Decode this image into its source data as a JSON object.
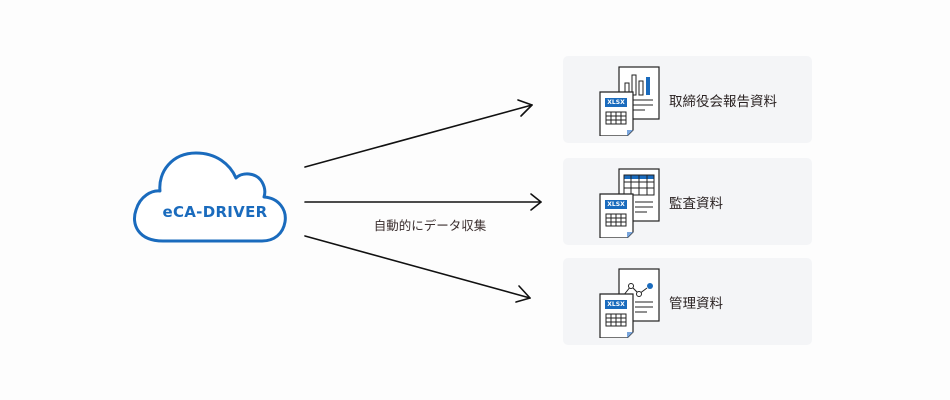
{
  "source": {
    "name": "eCA-DRIVER",
    "icon": "cloud-icon"
  },
  "flow": {
    "label": "自動的にデータ収集"
  },
  "outputs": [
    {
      "label": "取締役会報告資料",
      "icon": "bar-chart-document-icon",
      "badge": "XLSX"
    },
    {
      "label": "監査資料",
      "icon": "table-document-icon",
      "badge": "XLSX"
    },
    {
      "label": "管理資料",
      "icon": "line-chart-document-icon",
      "badge": "XLSX"
    }
  ],
  "colors": {
    "accent": "#1a6bbd",
    "card": "#f4f5f7",
    "text": "#2a2222"
  }
}
